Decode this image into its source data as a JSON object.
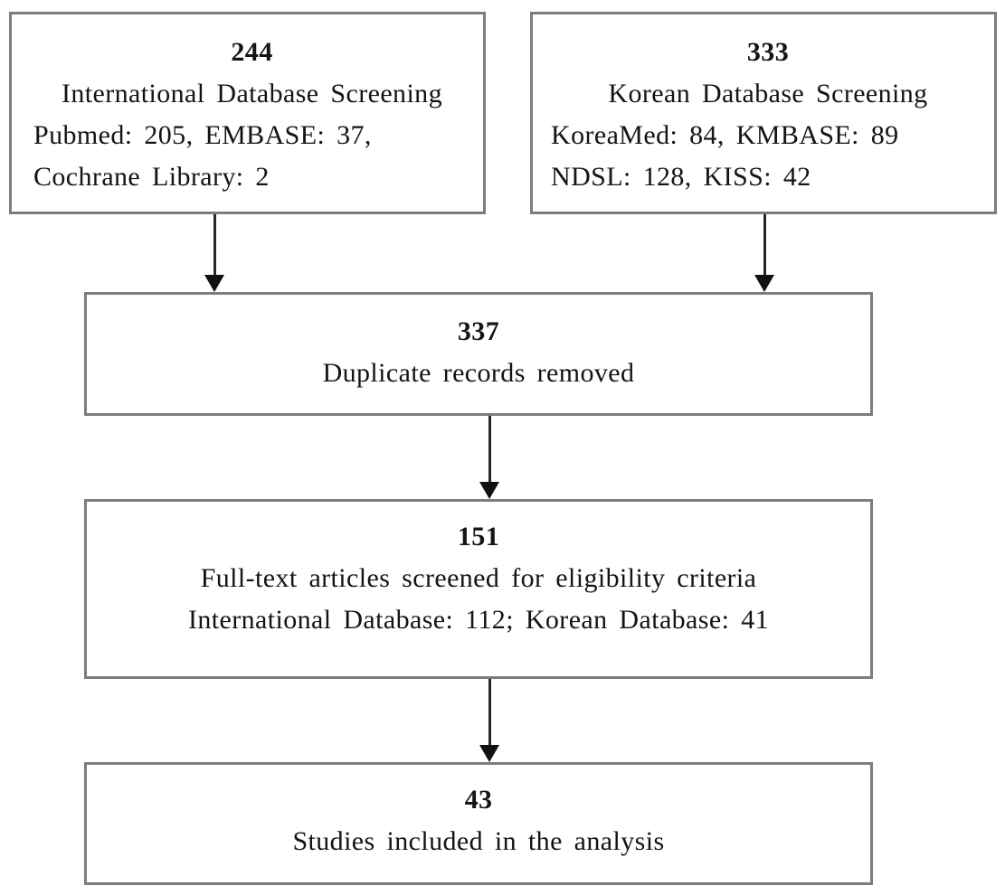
{
  "colors": {
    "background": "#ffffff",
    "box_border": "#7d7d7d",
    "arrow": "#1c1c1c",
    "text": "#141414"
  },
  "flowchart": {
    "boxes": {
      "international": {
        "count": "244",
        "title": "International Database Screening",
        "details": [
          "Pubmed: 205, EMBASE: 37,",
          "Cochrane Library: 2"
        ]
      },
      "korean": {
        "count": "333",
        "title": "Korean Database Screening",
        "details": [
          "KoreaMed: 84, KMBASE: 89",
          "NDSL: 128, KISS: 42"
        ]
      },
      "duplicates": {
        "count": "337",
        "title": "Duplicate records removed"
      },
      "fulltext": {
        "count": "151",
        "title": "Full-text articles screened for eligibility criteria",
        "details": [
          "International Database: 112; Korean Database: 41"
        ]
      },
      "included": {
        "count": "43",
        "title": "Studies included in the analysis"
      }
    }
  }
}
